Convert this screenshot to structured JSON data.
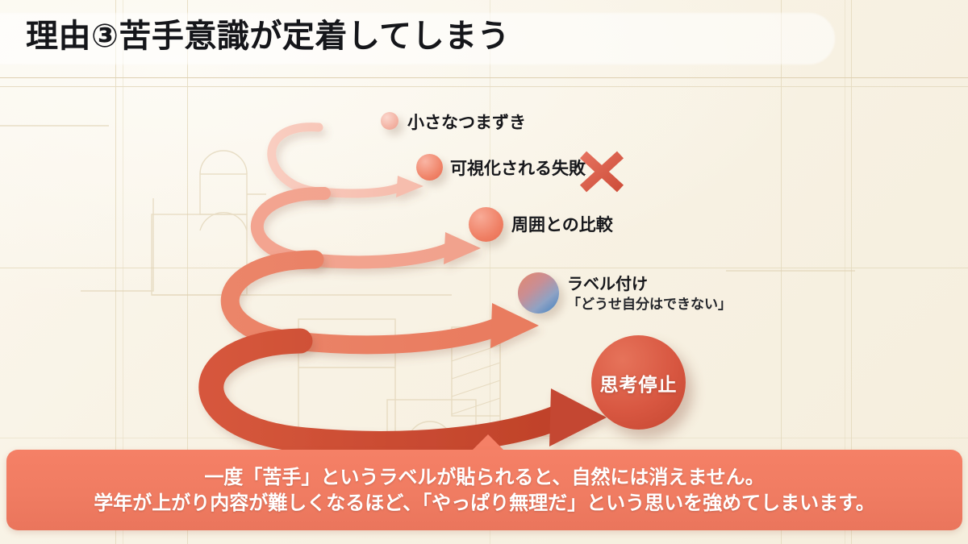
{
  "slide": {
    "title": "理由③苦手意識が定着してしまう",
    "background_color": "#f8f2e4",
    "accent_color": "#e8694f",
    "banner_color": "#f58066"
  },
  "diagram": {
    "name": "downward-spiral-diagram",
    "nodes": [
      {
        "id": "n1",
        "label": "小さなつまずき",
        "sublabel": "",
        "color": "#f3b3a4",
        "size": 22
      },
      {
        "id": "n2",
        "label": "可視化される失敗",
        "sublabel": "",
        "color": "#f08469",
        "size": 33,
        "mark": "x-mark"
      },
      {
        "id": "n3",
        "label": "周囲との比較",
        "sublabel": "",
        "color": "#ef7f64",
        "size": 43
      },
      {
        "id": "n4",
        "label": "ラベル付け",
        "sublabel": "「どうせ自分はできない」",
        "color": "#3f7fc0",
        "size": 51
      },
      {
        "id": "n5",
        "label": "思考停止",
        "sublabel": "",
        "color": "#d85741",
        "size": 117
      }
    ],
    "mark_label": "×"
  },
  "banner": {
    "line1": "一度「苦手」というラベルが貼られると、自然には消えません。",
    "line2": "学年が上がり内容が難しくなるほど、「やっぱり無理だ」という思いを強めてしまいます。"
  }
}
